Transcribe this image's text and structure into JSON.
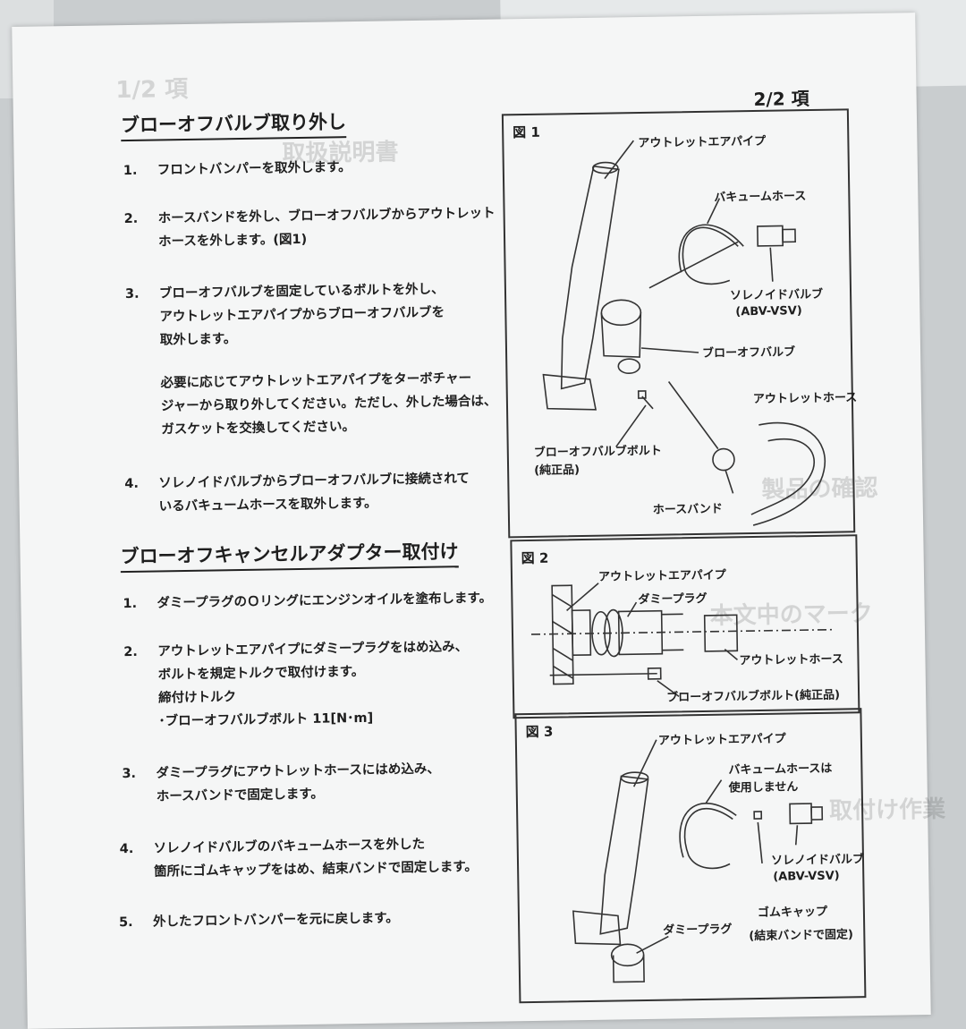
{
  "page_number": "2/2 項",
  "section1": {
    "title": "ブローオフバルブ取り外し",
    "steps": [
      {
        "num": "1.",
        "lines": [
          "フロントバンパーを取外します。"
        ]
      },
      {
        "num": "2.",
        "lines": [
          "ホースバンドを外し、ブローオフバルブからアウトレット",
          "ホースを外します。(図1)"
        ]
      },
      {
        "num": "3.",
        "lines": [
          "ブローオフバルブを固定しているボルトを外し、",
          "アウトレットエアパイプからブローオフバルブを",
          "取外します。"
        ]
      },
      {
        "num": "",
        "lines": [
          "必要に応じてアウトレットエアパイプをターボチャー",
          "ジャーから取り外してください。ただし、外した場合は、",
          "ガスケットを交換してください。"
        ]
      },
      {
        "num": "4.",
        "lines": [
          "ソレノイドバルブからブローオフバルブに接続されて",
          "いるバキュームホースを取外します。"
        ]
      }
    ]
  },
  "section2": {
    "title": "ブローオフキャンセルアダプター取付け",
    "steps": [
      {
        "num": "1.",
        "lines": [
          "ダミープラグのＯリングにエンジンオイルを塗布します。"
        ]
      },
      {
        "num": "2.",
        "lines": [
          "アウトレットエアパイプにダミープラグをはめ込み、",
          "ボルトを規定トルクで取付けます。",
          "締付けトルク",
          "･ブローオフバルブボルト 11[N･m]"
        ]
      },
      {
        "num": "3.",
        "lines": [
          "ダミープラグにアウトレットホースにはめ込み、",
          "ホースバンドで固定します。"
        ]
      },
      {
        "num": "4.",
        "lines": [
          "ソレノイドバルブのバキュームホースを外した",
          "箇所にゴムキャップをはめ、結束バンドで固定します。"
        ]
      },
      {
        "num": "5.",
        "lines": [
          "外したフロントバンパーを元に戻します。"
        ]
      }
    ]
  },
  "figure1": {
    "title": "図 1",
    "labels": {
      "outlet_air_pipe": "アウトレットエアパイプ",
      "vacuum_hose": "バキュームホース",
      "solenoid_valve": "ソレノイドバルブ",
      "solenoid_code": "(ABV-VSV)",
      "blow_off_valve": "ブローオフバルブ",
      "outlet_hose": "アウトレットホース",
      "bolt": "ブローオフバルブボルト",
      "bolt_note": "(純正品)",
      "hose_band": "ホースバンド"
    }
  },
  "figure2": {
    "title": "図 2",
    "labels": {
      "outlet_air_pipe": "アウトレットエアパイプ",
      "dummy_plug": "ダミープラグ",
      "outlet_hose": "アウトレットホース",
      "bolt": "ブローオフバルブボルト(純正品)"
    }
  },
  "figure3": {
    "title": "図 3",
    "labels": {
      "outlet_air_pipe": "アウトレットエアパイプ",
      "vacuum_hose_1": "バキュームホースは",
      "vacuum_hose_2": "使用しません",
      "solenoid_valve": "ソレノイドバルブ",
      "solenoid_code": "(ABV-VSV)",
      "rubber_cap": "ゴムキャップ",
      "rubber_cap_note": "(結束バンドで固定)",
      "dummy_plug": "ダミープラグ"
    }
  },
  "bleed_through": [
    "1/2 項",
    "取扱説明書",
    "製品の確認",
    "本文中のマーク",
    "取付け作業"
  ]
}
